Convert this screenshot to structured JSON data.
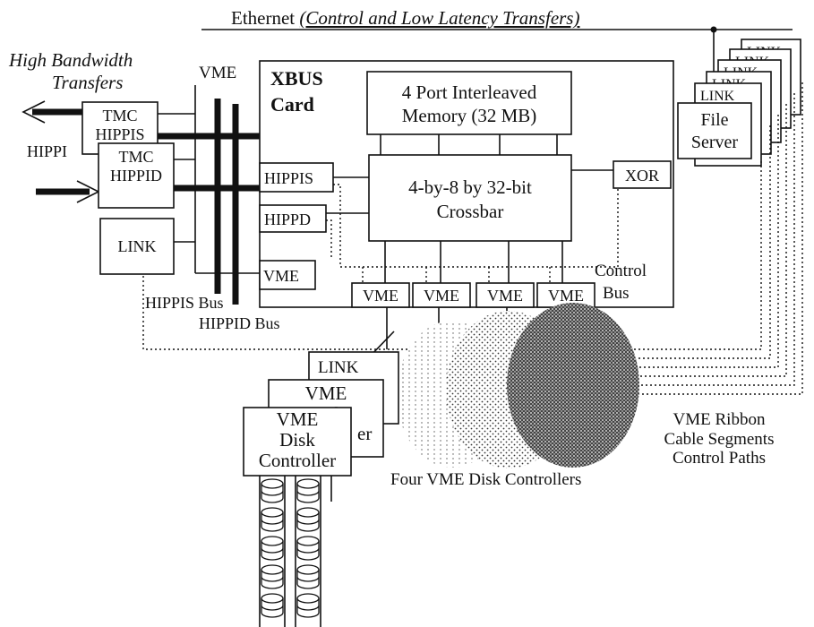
{
  "ethernet": {
    "label": "Ethernet ",
    "label_italic": "(Control and Low Latency Transfers)"
  },
  "high_bandwidth": {
    "line1": "High Bandwidth",
    "line2": "Transfers"
  },
  "vme_bus_label": "VME",
  "hippi_label": "HIPPI",
  "tmc_hippis": {
    "line1": "TMC",
    "line2": "HIPPIS"
  },
  "tmc_hippid": {
    "line1": "TMC",
    "line2": "HIPPID"
  },
  "link_left": "LINK",
  "hippis_bus_label": "HIPPIS Bus",
  "hippid_bus_label": "HIPPID Bus",
  "xbus_card": {
    "line1": "XBUS",
    "line2": "Card",
    "memory_line1": "4 Port Interleaved",
    "memory_line2": "Memory (32 MB)",
    "crossbar_line1": "4-by-8 by 32-bit",
    "crossbar_line2": "Crossbar",
    "hippis": "HIPPIS",
    "hippd": "HIPPD",
    "xor": "XOR",
    "vme_left": "VME",
    "vme_ports": [
      "VME",
      "VME",
      "VME",
      "VME"
    ],
    "control_bus_line1": "Control",
    "control_bus_line2": "Bus"
  },
  "file_server": {
    "line1": "File",
    "line2": "Server",
    "link_cards": [
      "LINK",
      "LINK",
      "LINK",
      "LINK",
      "LINK"
    ]
  },
  "disk_controller_stack": {
    "link": "LINK",
    "back_vme": "VME",
    "back_frag_1": "Disk",
    "back_frag_2": "er",
    "front_line1": "VME",
    "front_line2": "Disk",
    "front_line3": "Controller"
  },
  "four_vme_caption": "Four VME Disk Controllers",
  "ribbon_caption": {
    "line1": "VME Ribbon",
    "line2": "Cable Segments",
    "line3": "Control Paths"
  }
}
